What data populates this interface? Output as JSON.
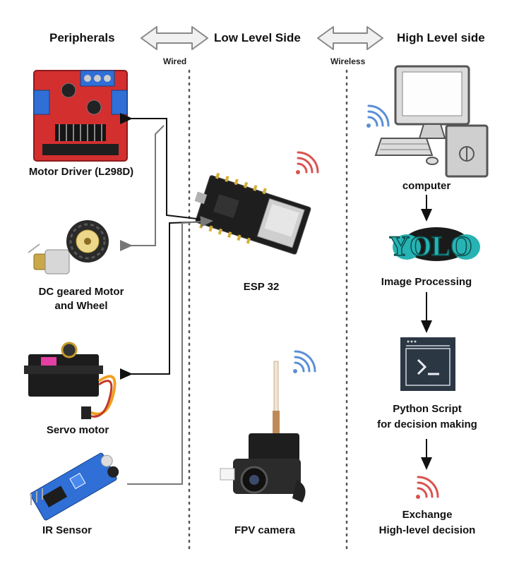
{
  "headers": {
    "peripherals": "Peripherals",
    "low_level": "Low Level Side",
    "high_level": "High Level side"
  },
  "links": {
    "wired": "Wired",
    "wireless": "Wireless"
  },
  "peripherals": {
    "motor_driver": "Motor Driver (L298D)",
    "dc_motor_line1": "DC geared Motor",
    "dc_motor_line2": "and Wheel",
    "servo": "Servo motor",
    "ir_sensor": "IR Sensor"
  },
  "low_level": {
    "esp32": "ESP 32",
    "fpv": "FPV camera"
  },
  "high_level": {
    "computer": "computer",
    "yolo_logo": "YOLO",
    "image_processing": "Image Processing",
    "python_line1": "Python Script",
    "python_line2": "for decision making",
    "exchange_line1": "Exchange",
    "exchange_line2": "High-level decision"
  },
  "colors": {
    "wifi_red": "#d9534f",
    "wifi_blue": "#5b8fd6",
    "board_red": "#d32f2f",
    "pcb_black": "#1e1e1e",
    "yolo_teal": "#27b3b3",
    "terminal_bg": "#2c3744"
  }
}
